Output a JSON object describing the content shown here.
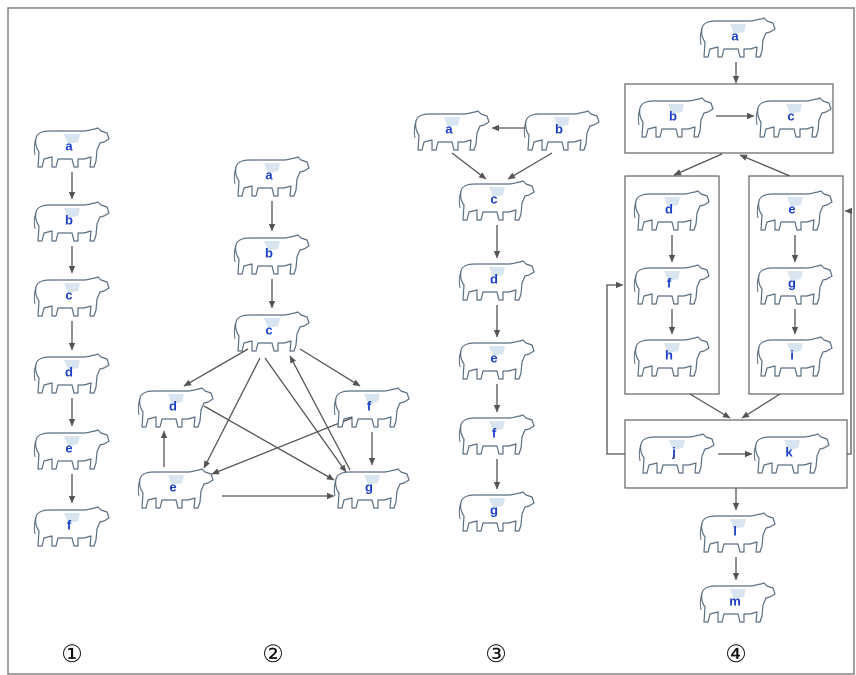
{
  "panels": [
    {
      "number": "①",
      "nodes": [
        {
          "id": "p1a",
          "label": "a"
        },
        {
          "id": "p1b",
          "label": "b"
        },
        {
          "id": "p1c",
          "label": "c"
        },
        {
          "id": "p1d",
          "label": "d"
        },
        {
          "id": "p1e",
          "label": "e"
        },
        {
          "id": "p1f",
          "label": "f"
        }
      ]
    },
    {
      "number": "②",
      "nodes": [
        {
          "id": "p2a",
          "label": "a"
        },
        {
          "id": "p2b",
          "label": "b"
        },
        {
          "id": "p2c",
          "label": "c"
        },
        {
          "id": "p2d",
          "label": "d"
        },
        {
          "id": "p2e",
          "label": "e"
        },
        {
          "id": "p2f",
          "label": "f"
        },
        {
          "id": "p2g",
          "label": "g"
        }
      ]
    },
    {
      "number": "③",
      "nodes": [
        {
          "id": "p3a",
          "label": "a"
        },
        {
          "id": "p3b",
          "label": "b"
        },
        {
          "id": "p3c",
          "label": "c"
        },
        {
          "id": "p3d",
          "label": "d"
        },
        {
          "id": "p3e",
          "label": "e"
        },
        {
          "id": "p3f",
          "label": "f"
        },
        {
          "id": "p3g",
          "label": "g"
        }
      ]
    },
    {
      "number": "④",
      "nodes": [
        {
          "id": "p4a",
          "label": "a"
        },
        {
          "id": "p4b",
          "label": "b"
        },
        {
          "id": "p4c",
          "label": "c"
        },
        {
          "id": "p4d",
          "label": "d"
        },
        {
          "id": "p4f",
          "label": "f"
        },
        {
          "id": "p4h",
          "label": "h"
        },
        {
          "id": "p4e",
          "label": "e"
        },
        {
          "id": "p4g",
          "label": "g"
        },
        {
          "id": "p4i",
          "label": "i"
        },
        {
          "id": "p4j",
          "label": "j"
        },
        {
          "id": "p4k",
          "label": "k"
        },
        {
          "id": "p4l",
          "label": "l"
        },
        {
          "id": "p4m",
          "label": "m"
        }
      ]
    }
  ],
  "colors": {
    "label": "#1a3fc4",
    "cow_outline": "#5a6e82",
    "arrow": "#555555",
    "frame": "#8a8a8a"
  }
}
